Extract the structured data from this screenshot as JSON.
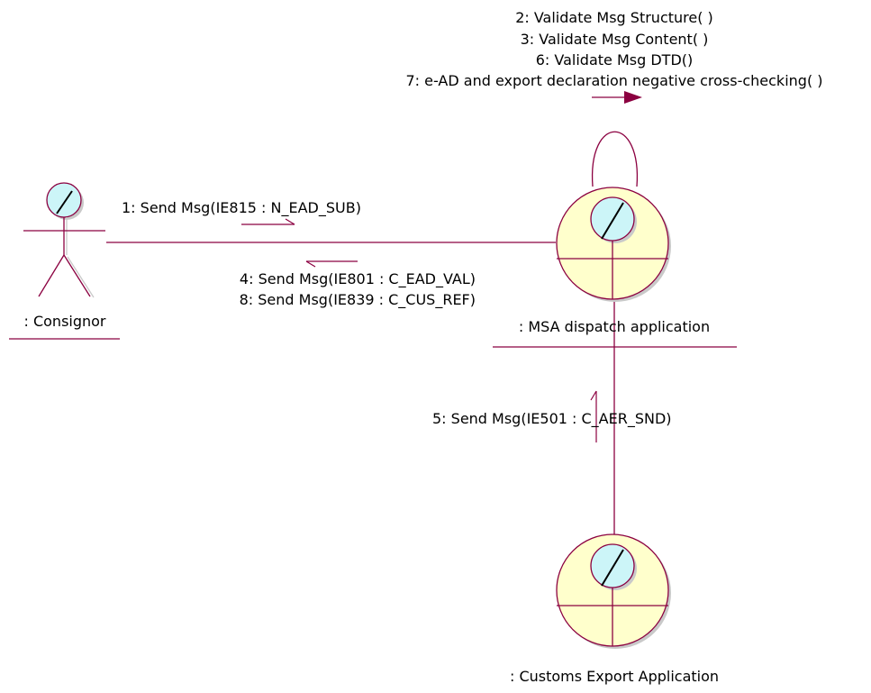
{
  "colors": {
    "line": "#8b0040",
    "object_fill": "#ffffcc",
    "head_fill": "#ccf5f8",
    "shadow": "#c9c9c9",
    "text": "#000000"
  },
  "actor": {
    "label": ": Consignor"
  },
  "objects": {
    "msa": {
      "label": ": MSA dispatch application"
    },
    "customs": {
      "label": ": Customs Export Application"
    }
  },
  "messages": {
    "m1": "1: Send Msg(IE815 : N_EAD_SUB)",
    "m4": "4: Send Msg(IE801 : C_EAD_VAL)",
    "m8": "8: Send Msg(IE839 : C_CUS_REF)",
    "m5": "5: Send Msg(IE501 : C_AER_SND)",
    "self": [
      "2: Validate Msg Structure( )",
      "3: Validate Msg Content( )",
      "6: Validate Msg DTD()",
      "7: e-AD and export declaration negative cross-checking( )"
    ]
  }
}
